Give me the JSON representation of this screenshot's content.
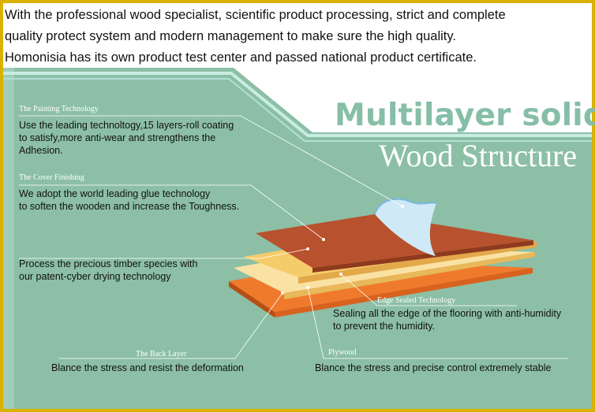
{
  "intro": {
    "line1": "  With the professional wood specialist, scientific product processing, strict and complete",
    "line2": "quality protect system and modern management to make sure the high quality.",
    "line3": "Homonisia has its own product test center and passed national product certificate."
  },
  "title": {
    "line1": "Multilayer solid",
    "line2": "Wood Structure"
  },
  "painting": {
    "title": "The Painting Technology",
    "line1": "Use the leading technoltogy,15 layers-roll coating",
    "line2": "to satisfy,more anti-wear and strengthens the",
    "line3": "Adhesion."
  },
  "cover": {
    "title": "The Cover  Finishing",
    "line1": "We adopt the world leading glue technology",
    "line2": "to soften the wooden and increase the Toughness."
  },
  "timber": {
    "line1": "Process the precious timber species with",
    "line2": "our patent-cyber drying technology"
  },
  "edge": {
    "title": "Edge Sealed Technology",
    "line1": "Sealing all the edge of the flooring with anti-humidity",
    "line2": "to prevent the humidity."
  },
  "back": {
    "title": "The Back Layer",
    "line1": "Blance the stress and resist the deformation"
  },
  "plywood": {
    "title": "Plywood",
    "line1": "Blance the stress and precise control extremely stable"
  },
  "colors": {
    "frame": "#d9b200",
    "panel": "#8cbfa6",
    "title_green": "#86bea7",
    "top_layer": "#b8512d",
    "veneer": "#f5cc6a",
    "back_layer": "#f07a2c"
  }
}
